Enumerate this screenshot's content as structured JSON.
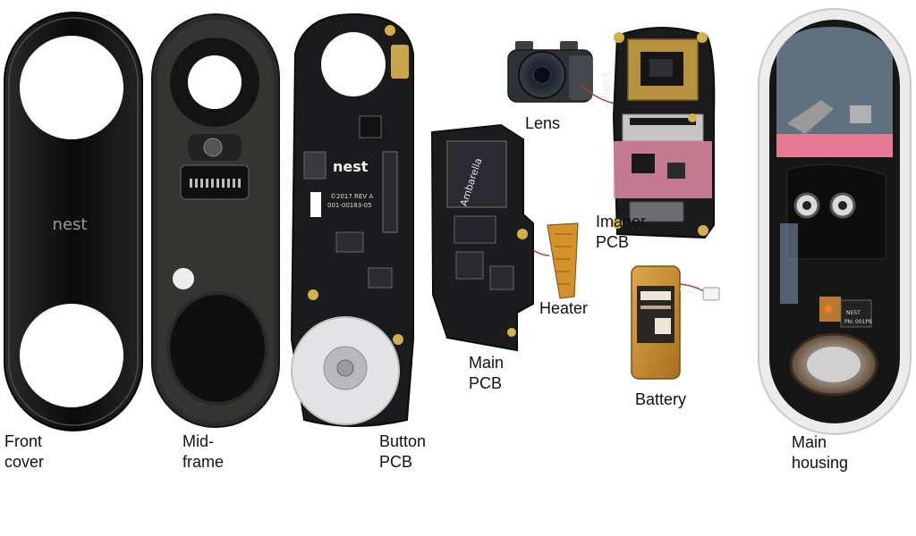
{
  "labels": {
    "front_cover": "Front\ncover",
    "mid_frame": "Mid-\nframe",
    "button_pcb": "Button\nPCB",
    "main_pcb": "Main\nPCB",
    "heater": "Heater",
    "lens": "Lens",
    "imager_pcb": "Imager\nPCB",
    "battery": "Battery",
    "main_housing": "Main\nhousing"
  },
  "markings": {
    "front_logo": "nest",
    "button_pcb_logo": "nest",
    "button_pcb_rev": "©2017 REV A",
    "button_pcb_part": "001-00183-05",
    "main_pcb_chip": "Ambarella",
    "imager_logo": "nest",
    "housing_tag": "NEST",
    "housing_pn": "PN: 001P8"
  },
  "colors": {
    "background": "#ffffff",
    "label_text": "#111111",
    "pcb": "#1b1b1d",
    "cover": "#0b0b0c",
    "housing_shell": "#ececec",
    "heater": "#d6922a",
    "battery": "#c9892d",
    "flex_pink": "#e08aa5"
  }
}
